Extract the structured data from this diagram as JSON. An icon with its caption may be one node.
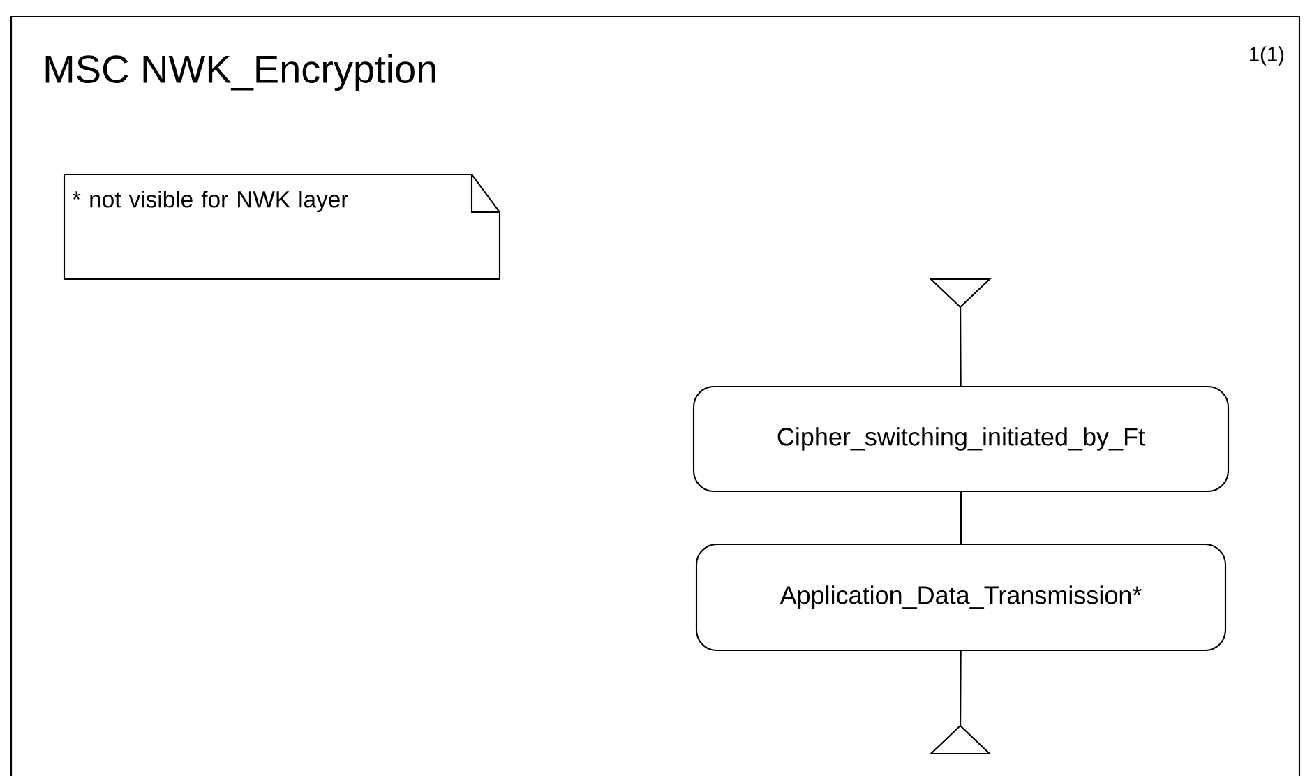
{
  "diagram": {
    "title": "MSC NWK_Encryption",
    "nodes": [
      {
        "text": [
          "* not visible for NWK layer"
        ]
      },
      {
        "text": [],
        "shape": "triangle"
      },
      {
        "text": [
          "Cipher_switching_initiated_by_Ft"
        ]
      },
      {
        "text": [
          "Application_Data_Transmission*"
        ]
      },
      {
        "text": [],
        "shape": "triangle"
      }
    ],
    "edges": [
      {
        "from": 1,
        "to": 2,
        "arrow": "none"
      },
      {
        "from": 2,
        "to": 3,
        "arrow": "none"
      },
      {
        "from": 3,
        "to": 4,
        "arrow": "none"
      }
    ],
    "labels": [
      "1(1)"
    ]
  }
}
